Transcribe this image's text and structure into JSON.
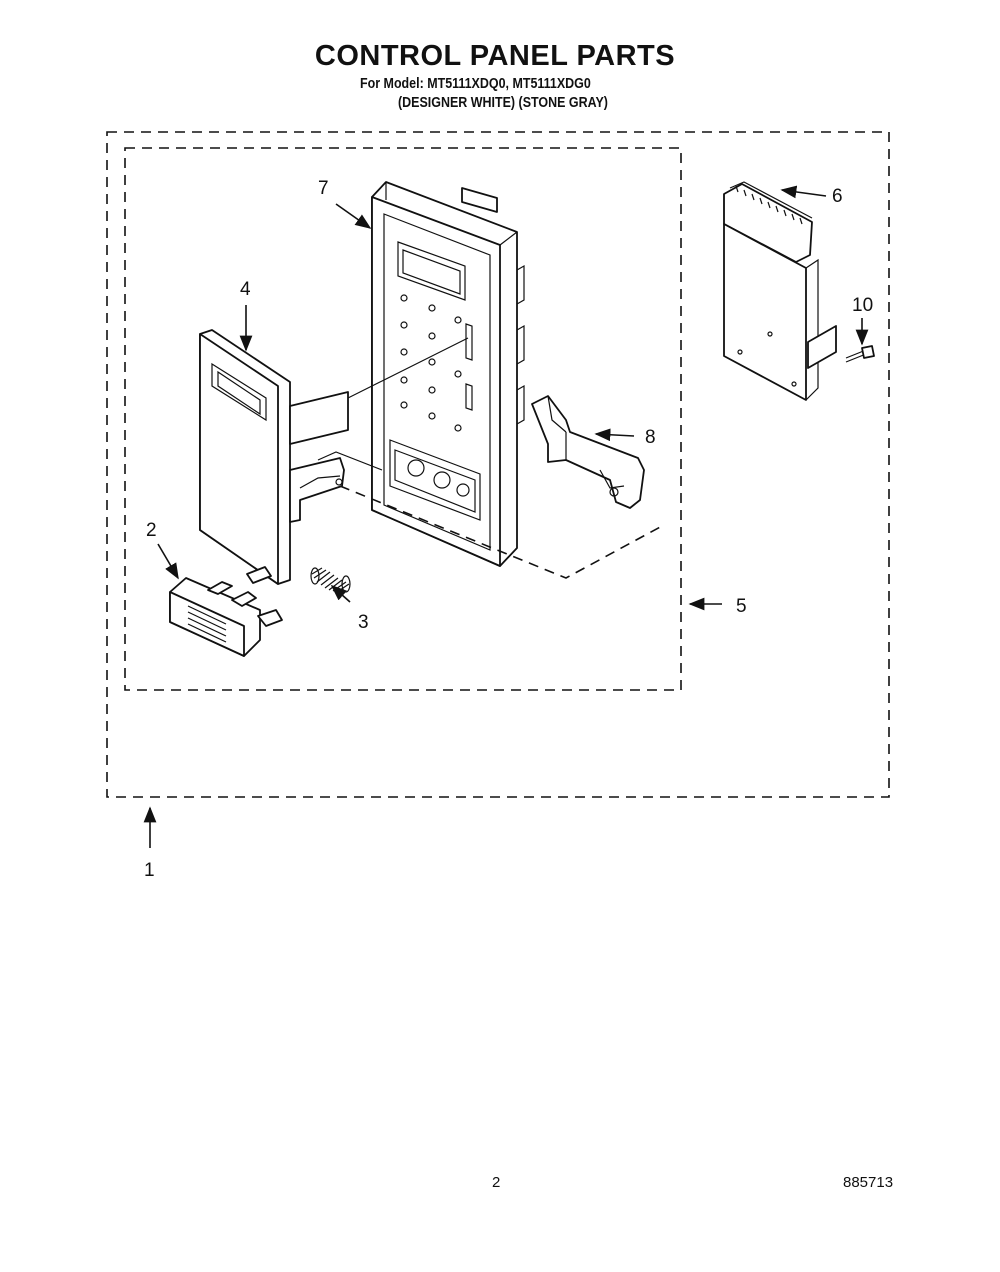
{
  "header": {
    "title": "CONTROL PANEL PARTS",
    "model_line": "For Model: MT5111XDQ0, MT5111XDG0",
    "color_line": "(DESIGNER WHITE) (STONE GRAY)"
  },
  "callouts": [
    "1",
    "2",
    "3",
    "4",
    "5",
    "6",
    "7",
    "8",
    "10"
  ],
  "footer": {
    "page_number": "2",
    "document_code": "885713"
  }
}
